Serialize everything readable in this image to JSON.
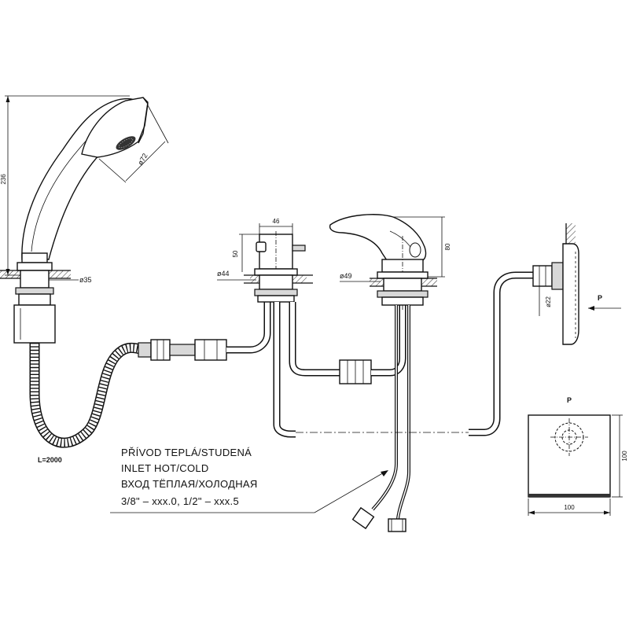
{
  "handshower": {
    "height_label": "236",
    "head_diameter_label": "ø72",
    "base_diameter_label": "ø35"
  },
  "hose": {
    "length_label": "L=2000"
  },
  "diverter": {
    "width_label": "46",
    "height_label": "50",
    "base_diameter_label": "ø44"
  },
  "mixer": {
    "height_label": "80",
    "base_diameter_label": "ø49"
  },
  "wall_outlet": {
    "diameter_label": "ø22",
    "view_marker": "P"
  },
  "plate": {
    "title": "P",
    "width_label": "100",
    "height_label": "100"
  },
  "inlet_note": {
    "line1": "PŘÍVOD TEPLÁ/STUDENÁ",
    "line2": "INLET HOT/COLD",
    "line3": "ВХОД ТЁПЛАЯ/ХОЛОДНАЯ",
    "line4": "3/8\" – xxx.0, 1/2\" – xxx.5"
  }
}
